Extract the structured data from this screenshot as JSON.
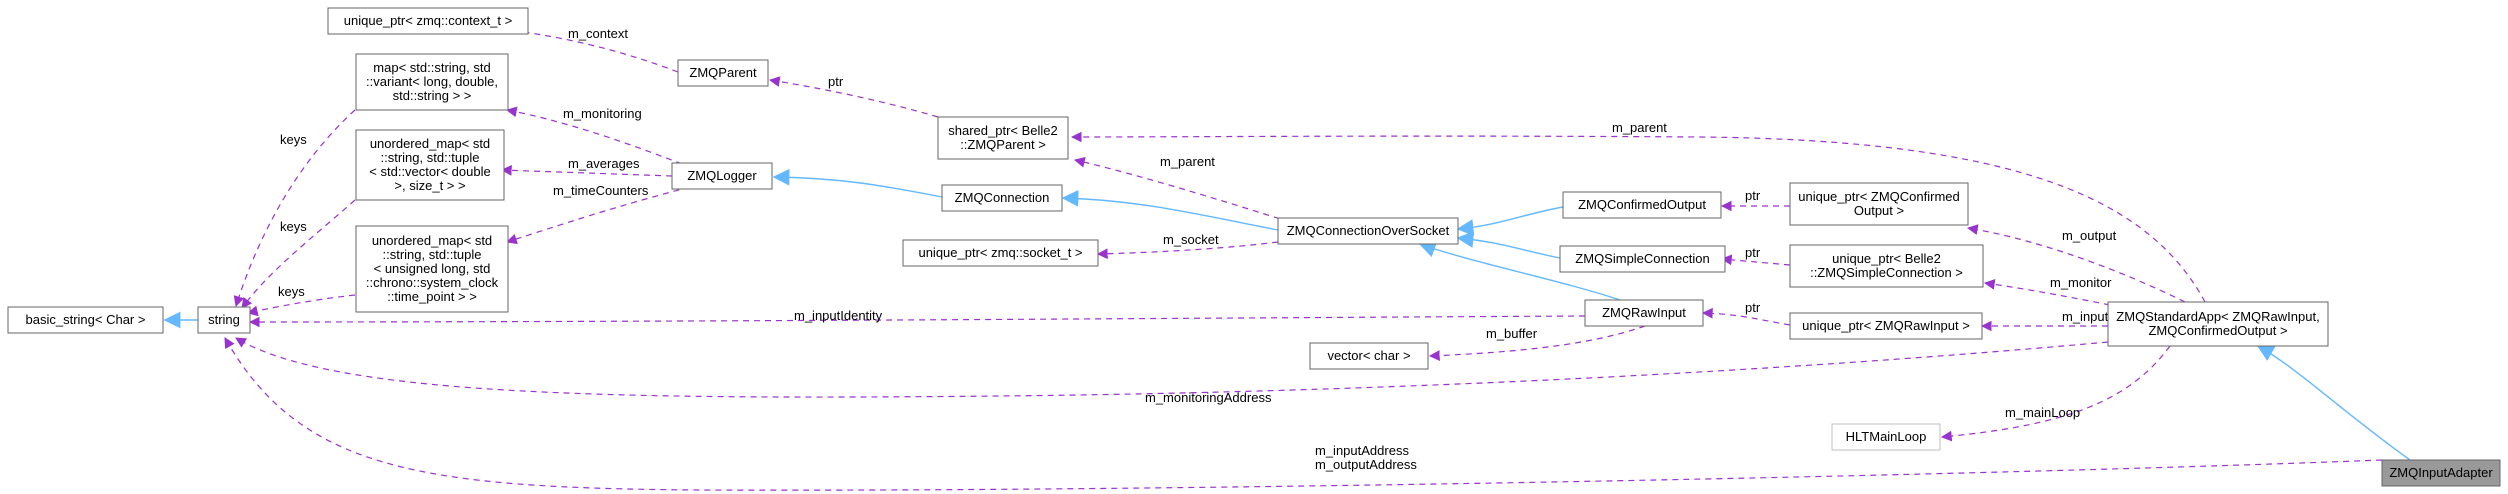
{
  "nodes": {
    "basic_string": [
      "basic_string< Char >"
    ],
    "string": [
      "string"
    ],
    "ctx": [
      "unique_ptr< zmq::context_t >"
    ],
    "map": [
      "map< std::string, std",
      "::variant< long, double,",
      "std::string > >"
    ],
    "umap_avg": [
      "unordered_map< std",
      "::string, std::tuple",
      "< std::vector< double",
      ">, size_t > >"
    ],
    "umap_tc": [
      "unordered_map< std",
      "::string, std::tuple",
      "< unsigned long, std",
      "::chrono::system_clock",
      "::time_point > >"
    ],
    "zmqparent": [
      "ZMQParent"
    ],
    "zmqlogger": [
      "ZMQLogger"
    ],
    "shared_parent": [
      "shared_ptr< Belle2",
      "::ZMQParent >"
    ],
    "zmqconnection": [
      "ZMQConnection"
    ],
    "socket_ptr": [
      "unique_ptr< zmq::socket_t >"
    ],
    "vector_char": [
      "vector< char >"
    ],
    "overSocket": [
      "ZMQConnectionOverSocket"
    ],
    "confirmedOutput": [
      "ZMQConfirmedOutput"
    ],
    "simpleConn": [
      "ZMQSimpleConnection"
    ],
    "rawInput": [
      "ZMQRawInput"
    ],
    "up_confirmed": [
      "unique_ptr< ZMQConfirmed",
      "Output >"
    ],
    "up_simple": [
      "unique_ptr< Belle2",
      "::ZMQSimpleConnection >"
    ],
    "up_raw": [
      "unique_ptr< ZMQRawInput >"
    ],
    "standardApp": [
      "ZMQStandardApp< ZMQRawInput,",
      "ZMQConfirmedOutput >"
    ],
    "hlt": [
      "HLTMainLoop"
    ],
    "inputAdapter": [
      "ZMQInputAdapter"
    ]
  },
  "edge_labels": {
    "m_context": "m_context",
    "ptr_parent": "ptr",
    "m_monitoring": "m_monitoring",
    "m_averages": "m_averages",
    "m_timeCounters": "m_timeCounters",
    "keys1": "keys",
    "keys2": "keys",
    "keys3": "keys",
    "m_parent_socket": "m_parent",
    "m_parent_app": "m_parent",
    "m_socket": "m_socket",
    "ptr_confirmed": "ptr",
    "ptr_simple": "ptr",
    "ptr_raw": "ptr",
    "m_output": "m_output",
    "m_monitor": "m_monitor",
    "m_input": "m_input",
    "m_buffer": "m_buffer",
    "m_inputIdentity": "m_inputIdentity",
    "m_monitoringAddress": "m_monitoringAddress",
    "m_mainLoop": "m_mainLoop",
    "m_inputAddress": "m_inputAddress",
    "m_outputAddress": "m_outputAddress"
  },
  "colors": {
    "usage_edge": "#9a32cd",
    "inheritance_edge": "#63b8ff",
    "focus_node_fill": "#999999",
    "node_border": "#666666"
  }
}
